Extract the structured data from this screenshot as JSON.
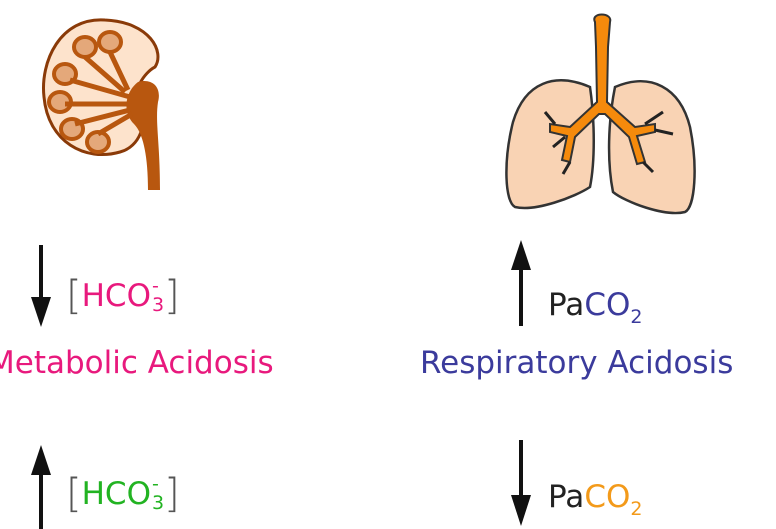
{
  "colors": {
    "metabolic": "#e8197d",
    "respiratory": "#3b3b9c",
    "alkalosis_hco3": "#22b322",
    "alkalosis_co2": "#f39a1a",
    "kidney": "#b8570f",
    "lung": "#f9d3b4",
    "trachea": "#f58a0c"
  },
  "left": {
    "top_label": {
      "ion": "HCO",
      "sub": "3",
      "sup": "-"
    },
    "condition": "Metabolic Acidosis",
    "bottom_label": {
      "ion": "HCO",
      "sub": "3",
      "sup": "-"
    }
  },
  "right": {
    "top_label": {
      "prefix": "Pa",
      "gas": "CO",
      "sub": "2"
    },
    "condition": "Respiratory Acidosis",
    "bottom_label": {
      "prefix": "Pa",
      "gas": "CO",
      "sub": "2"
    }
  },
  "icons": {
    "kidney": "kidney-icon",
    "lungs": "lungs-icon"
  }
}
